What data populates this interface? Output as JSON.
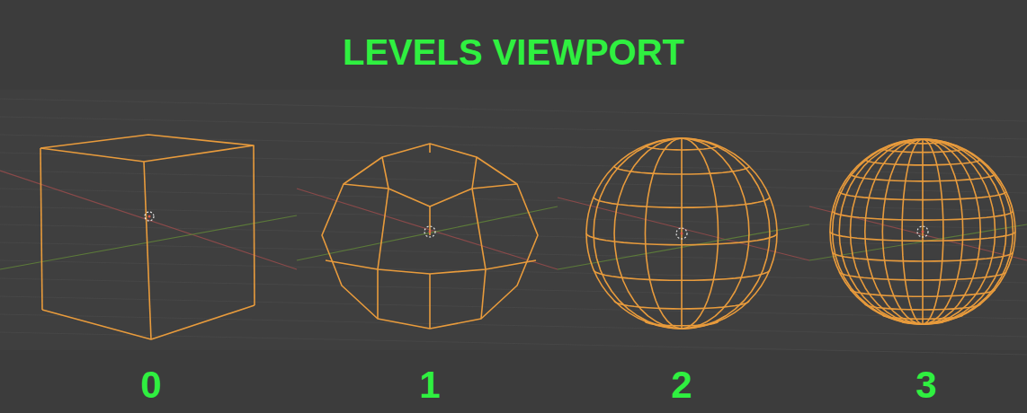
{
  "diagram": {
    "title": "LEVELS VIEWPORT",
    "labels": [
      "0",
      "1",
      "2",
      "3"
    ]
  }
}
